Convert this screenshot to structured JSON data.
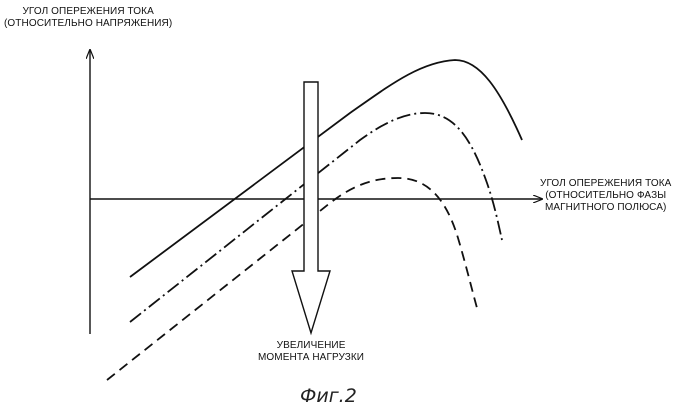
{
  "y_axis_label": {
    "line1": "УГОЛ ОПЕРЕЖЕНИЯ ТОКА",
    "line2": "(ОТНОСИТЕЛЬНО НАПРЯЖЕНИЯ)"
  },
  "x_axis_label": {
    "line1": "УГОЛ ОПЕРЕЖЕНИЯ ТОКА",
    "line2": "(ОТНОСИТЕЛЬНО ФАЗЫ",
    "line3": "МАГНИТНОГО ПОЛЮСА)"
  },
  "arrow_label": {
    "line1": "УВЕЛИЧЕНИЕ",
    "line2": "МОМЕНТА НАГРУЗКИ"
  },
  "caption": "Фиг.2",
  "curves": [
    {
      "style": "solid"
    },
    {
      "style": "dash-dot"
    },
    {
      "style": "dashed"
    }
  ],
  "colors": {
    "ink": "#111111",
    "background": "#ffffff"
  }
}
